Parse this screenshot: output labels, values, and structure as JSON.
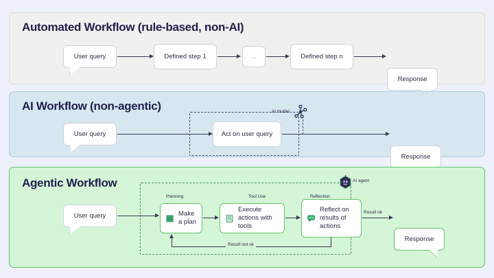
{
  "background_color": "#eef0fb",
  "panels": [
    {
      "id": "automated",
      "title": "Automated Workflow (rule-based, non-AI)",
      "bg": "#f0f0ee",
      "border": "#dcdcd8",
      "nodes": [
        {
          "label": "User query",
          "type": "bubble"
        },
        {
          "label": "Defined step 1",
          "type": "box"
        },
        {
          "label": "...",
          "type": "box"
        },
        {
          "label": "Defined step n",
          "type": "box"
        },
        {
          "label": "Response",
          "type": "bubble"
        }
      ]
    },
    {
      "id": "ai",
      "title": "AI Workflow (non-agentic)",
      "bg": "#d7e7f0",
      "border": "#a9cfe3",
      "nodes": [
        {
          "label": "User query",
          "type": "bubble"
        },
        {
          "label": "Act on user query",
          "type": "box"
        },
        {
          "label": "Response",
          "type": "bubble"
        }
      ],
      "region_label": "AI model",
      "region_icon": "ai-model-node-graph-icon"
    },
    {
      "id": "agentic",
      "title": "Agentic Workflow",
      "bg": "#d5f5d7",
      "border": "#63c36b",
      "nodes": [
        {
          "label": "User query",
          "type": "bubble"
        },
        {
          "label": "Make a plan",
          "type": "box",
          "stage": "Planning",
          "icon": "layers-stack-icon"
        },
        {
          "label": "Execute actions with tools",
          "type": "box",
          "stage": "Tool Use",
          "icon": "document-list-icon"
        },
        {
          "label": "Reflect on results of actions",
          "type": "box",
          "stage": "Reflection",
          "icon": "chat-bubble-icon"
        },
        {
          "label": "Response",
          "type": "bubble"
        }
      ],
      "region_label": "AI agent",
      "region_icon": "ai-agent-hexagon-robot-icon",
      "edge_labels": {
        "success": "Result ok",
        "failure": "Result not ok"
      }
    }
  ]
}
